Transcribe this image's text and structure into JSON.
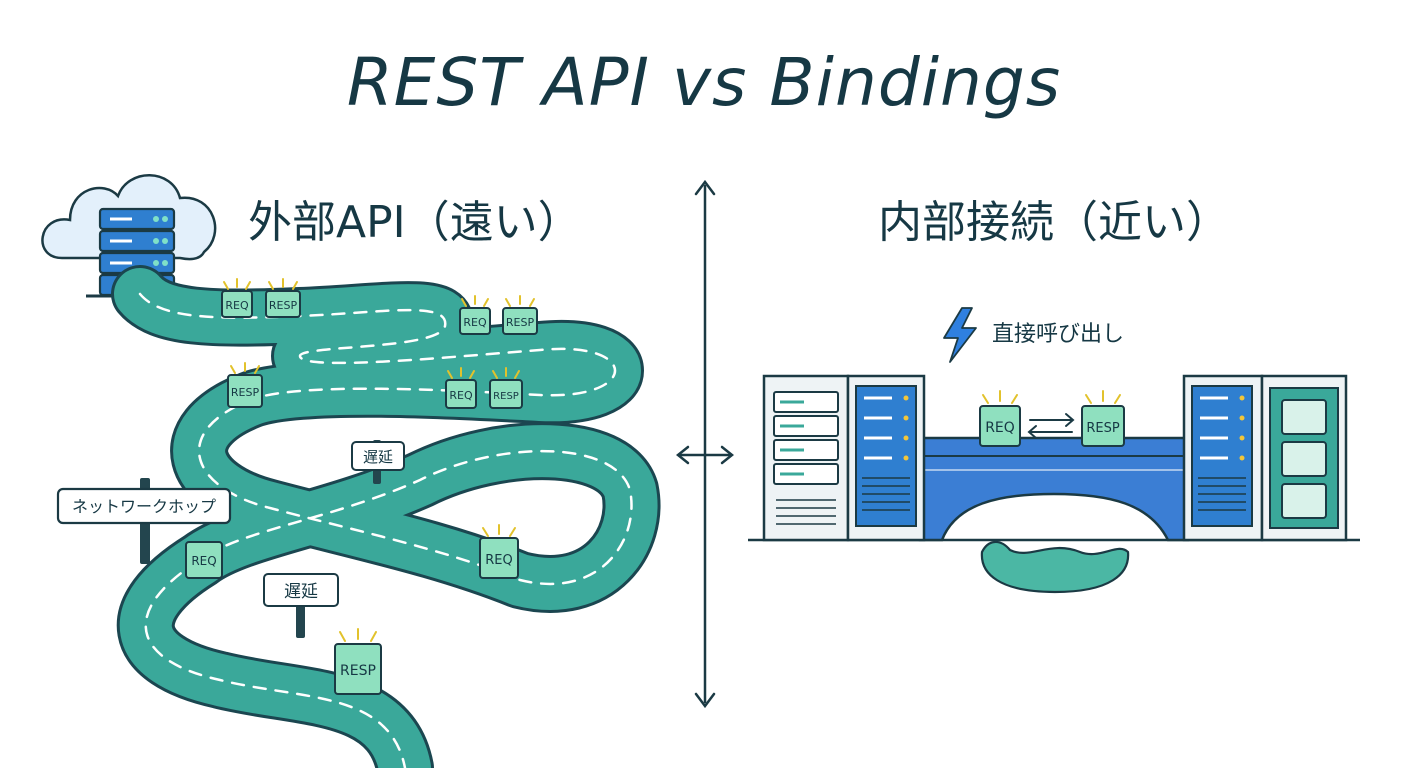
{
  "title": "REST API vs Bindings",
  "left": {
    "heading": "外部API（遠い）",
    "sign_network": "ネットワークホップ",
    "sign_delay_1": "遅延",
    "sign_delay_2": "遅延"
  },
  "right": {
    "heading": "内部接続（近い）",
    "direct_call": "直接呼び出し"
  },
  "packets": {
    "req": "REQ",
    "resp": "RESP"
  },
  "colors": {
    "road": "#3aa89a",
    "road_edge": "#1b4650",
    "packet": "#8fe0bf",
    "server_blue": "#2f7fd0",
    "bridge": "#3b7ed4",
    "water": "#4bb7a4",
    "text": "#163844"
  }
}
